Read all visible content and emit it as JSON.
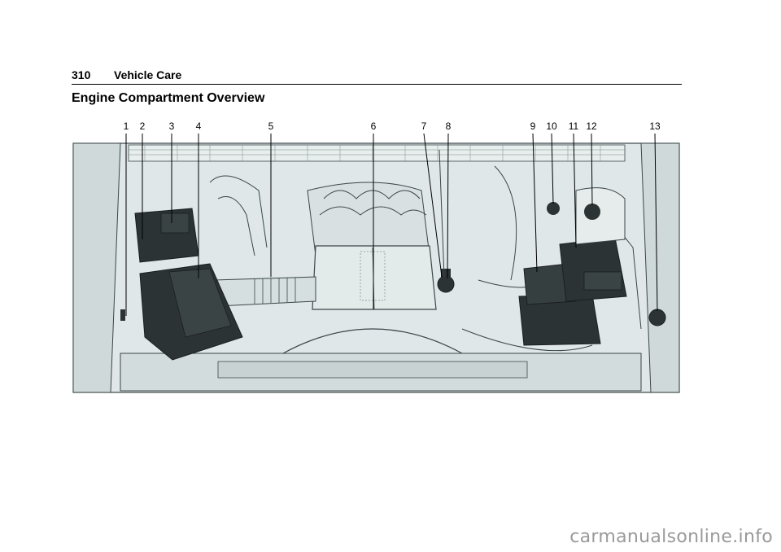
{
  "header": {
    "page_number": "310",
    "running_title": "Vehicle Care"
  },
  "section": {
    "heading": "Engine Compartment Overview"
  },
  "figure": {
    "callouts": [
      "1",
      "2",
      "3",
      "4",
      "5",
      "6",
      "7",
      "8",
      "9",
      "10",
      "11",
      "12",
      "13"
    ],
    "colors": {
      "fill": "#dfe7e8",
      "line": "#3b4648",
      "dark": "#2c3334"
    }
  },
  "watermark": {
    "text": "carmanualsonline.info"
  }
}
